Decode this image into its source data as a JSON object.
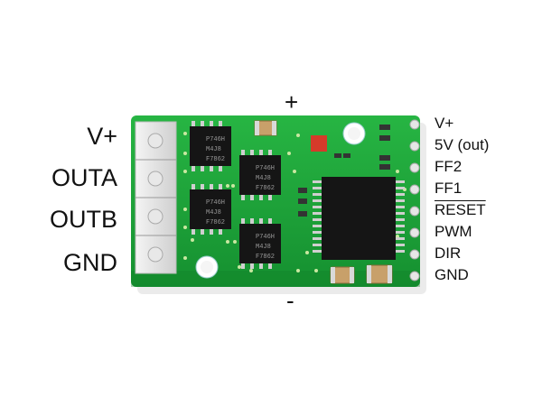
{
  "board": {
    "left_pins": [
      "V+",
      "OUTA",
      "OUTB",
      "GND"
    ],
    "right_pins": [
      "V+",
      "5V (out)",
      "FF2",
      "FF1",
      "RESET",
      "PWM",
      "DIR",
      "GND"
    ],
    "polarity": {
      "top": "+",
      "bottom": "-"
    },
    "chip_markings": {
      "line1": "P746H",
      "line2": "M4J8",
      "line3": "F7862"
    }
  },
  "colors": {
    "pcb": "#1fa83a",
    "pcb_dark": "#158a2c",
    "silkscreen": "#ffffff",
    "ic_body": "#151515",
    "pad": "#d9d9d9",
    "cap": "#c8a06a"
  }
}
